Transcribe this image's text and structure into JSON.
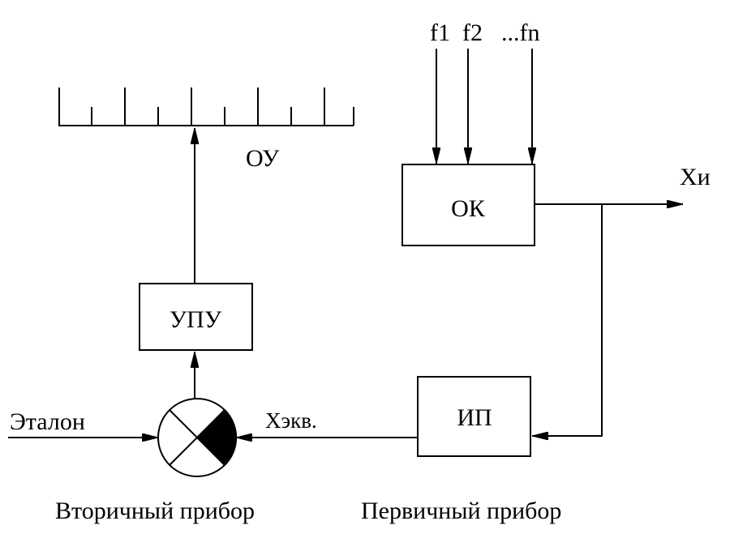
{
  "labels": {
    "scale": "ОУ",
    "object": "ОК",
    "amplifier": "УПУ",
    "primary_converter": "ИП",
    "output": "Хи",
    "reference": "Эталон",
    "equivalent": "Хэкв.",
    "influences": [
      "f1",
      "f2",
      "...fn"
    ]
  },
  "captions": {
    "secondary": "Вторичный прибор",
    "primary": "Первичный прибор"
  },
  "colors": {
    "stroke": "#000000",
    "background": "#ffffff"
  }
}
